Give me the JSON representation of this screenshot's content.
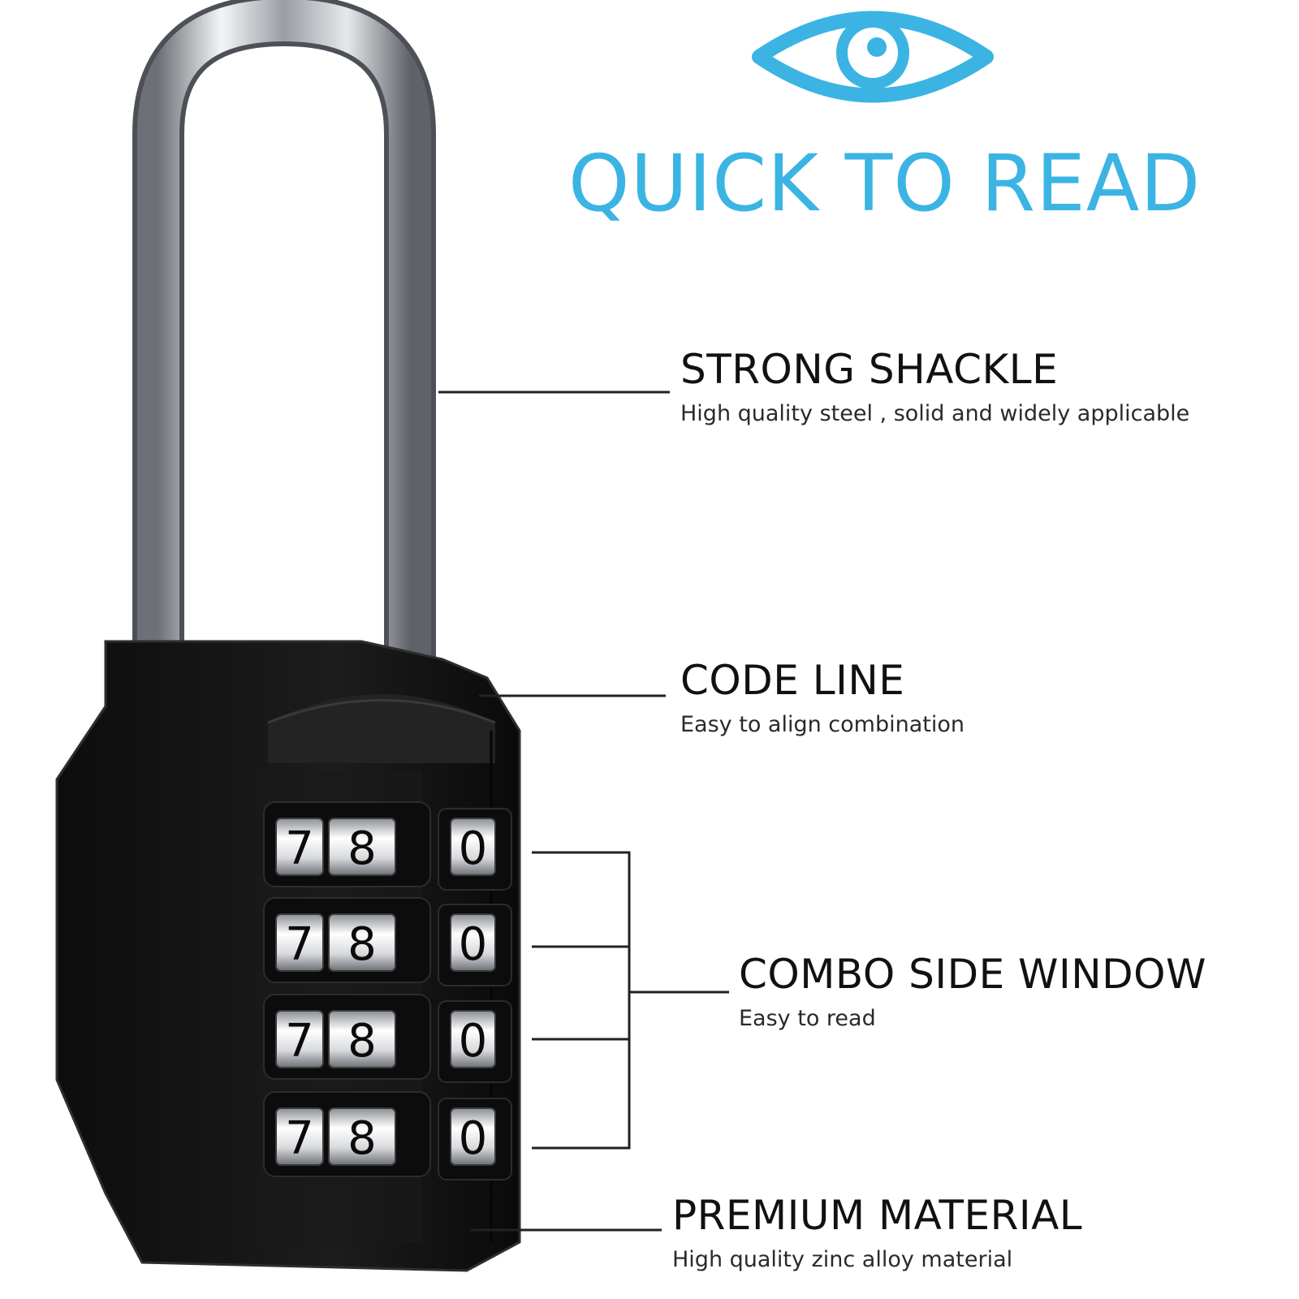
{
  "colors": {
    "accent": "#3bb4e3",
    "text_dark": "#111111",
    "text_sub": "#2a2a2a",
    "lock_body": "#151515",
    "lock_edge": "#2e2e2e",
    "shackle_metal": "#c9ccd0",
    "leader_line": "#222222",
    "background": "#ffffff"
  },
  "icons": {
    "hero": "eye-icon"
  },
  "headline": "QUICK TO READ",
  "callouts": {
    "shackle": {
      "title": "STRONG SHACKLE",
      "subtitle": "High quality steel , solid and widely applicable"
    },
    "code": {
      "title": "CODE LINE",
      "subtitle": "Easy to align combination"
    },
    "combo": {
      "title": "COMBO SIDE WINDOW",
      "subtitle": "Easy to read"
    },
    "premium": {
      "title": "PREMIUM MATERIAL",
      "subtitle": "High quality zinc alloy material"
    }
  },
  "dials": {
    "front_digits": [
      "7",
      "8"
    ],
    "side_digit": "0",
    "count": 4
  }
}
